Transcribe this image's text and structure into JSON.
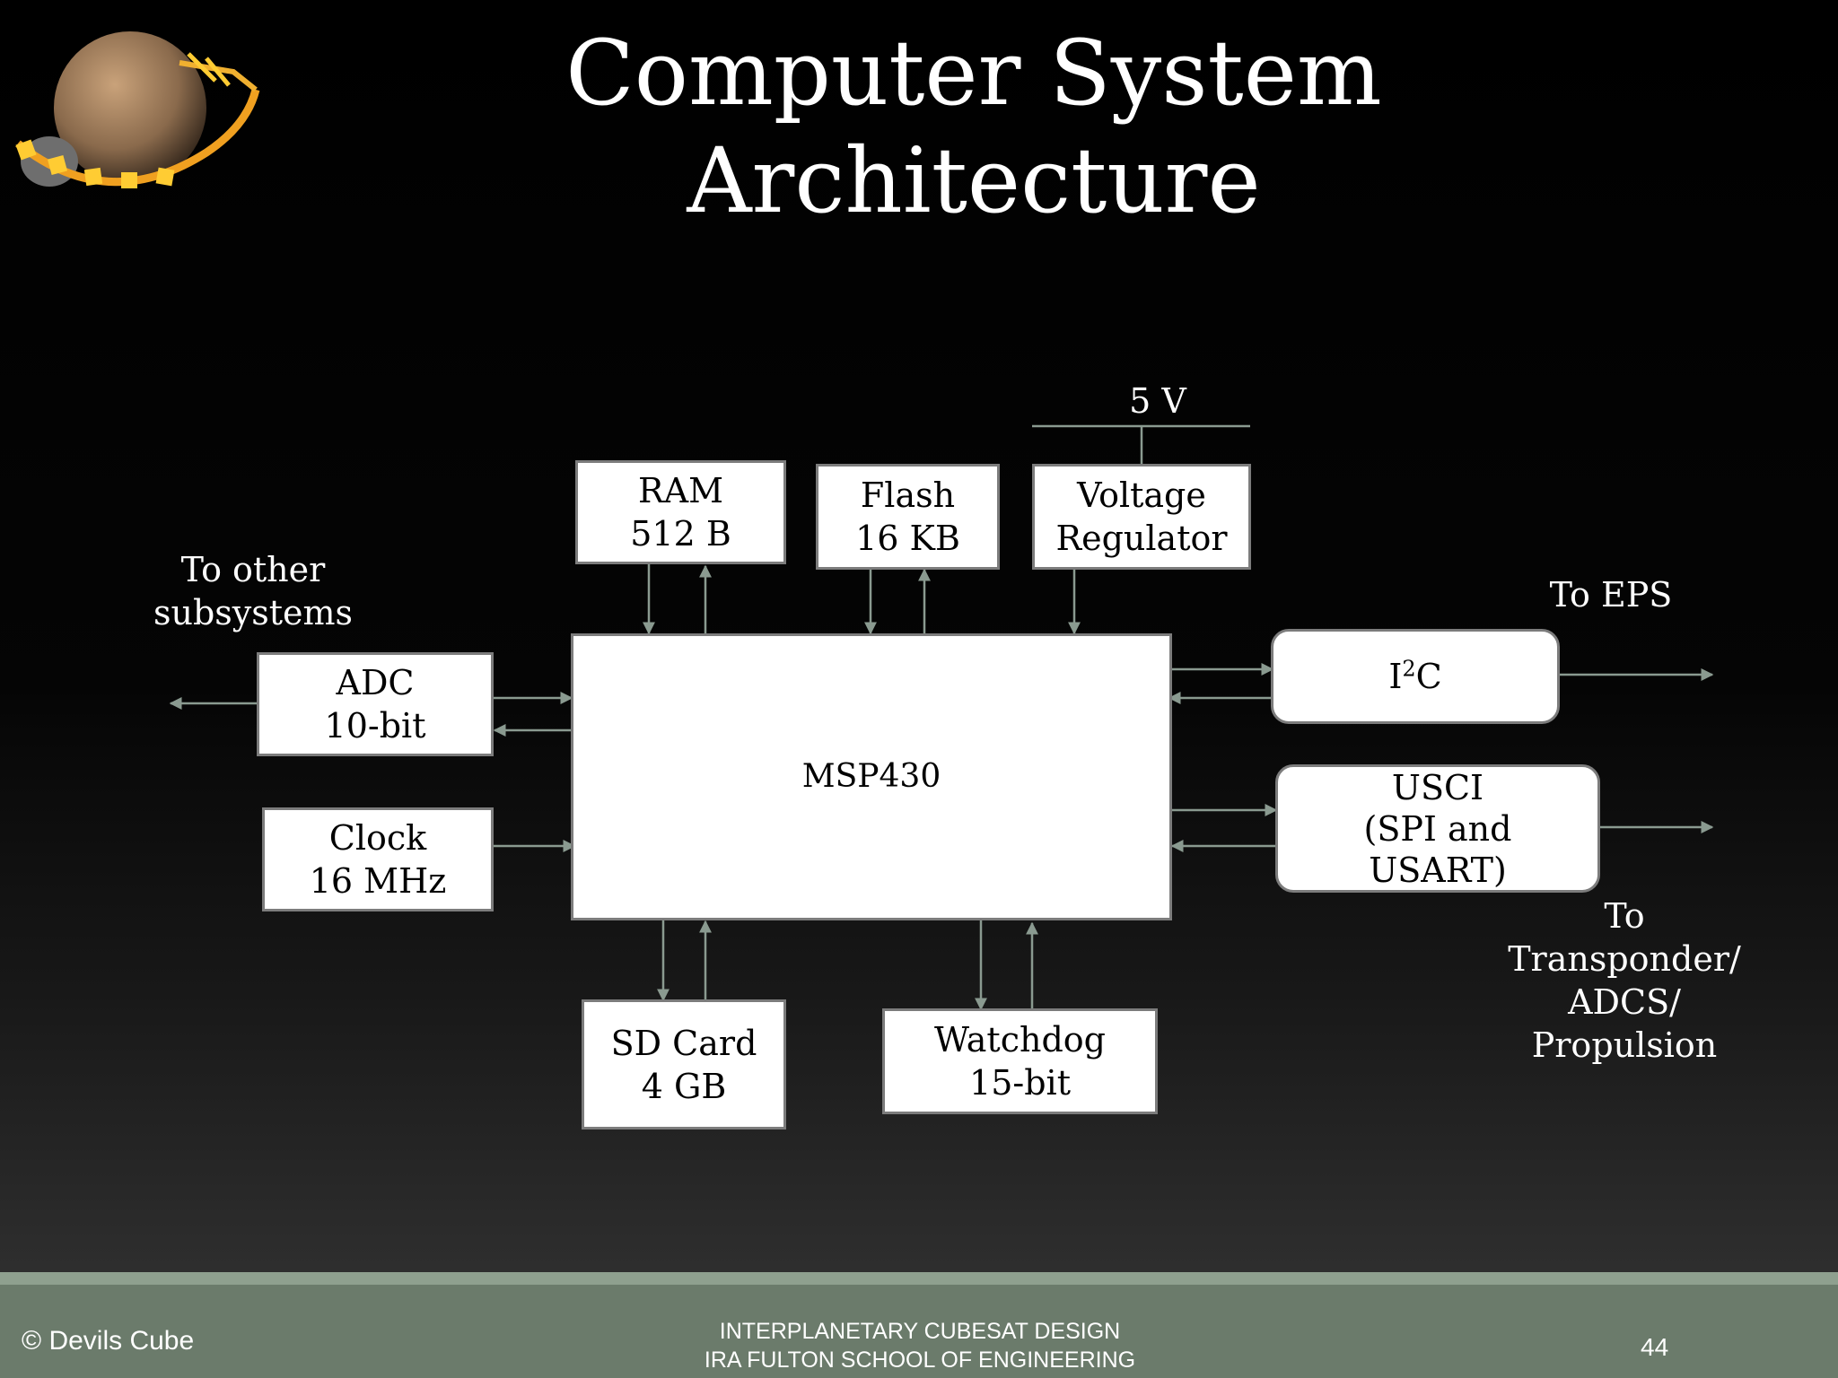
{
  "title": {
    "line1": "Computer System",
    "line2": "Architecture"
  },
  "colors": {
    "background": "#000000",
    "block_fill": "#ffffff",
    "block_border": "#7c7c7c",
    "wire": "#8a9a90",
    "footer": "#6b7b6b",
    "footer_stripe": "#8fa08f"
  },
  "blocks": {
    "ram": {
      "line1": "RAM",
      "line2": "512 B"
    },
    "flash": {
      "line1": "Flash",
      "line2": "16 KB"
    },
    "voltage_regulator": {
      "line1": "Voltage",
      "line2": "Regulator"
    },
    "adc": {
      "line1": "ADC",
      "line2": "10-bit"
    },
    "clock": {
      "line1": "Clock",
      "line2": "16 MHz"
    },
    "cpu": {
      "label": "MSP430"
    },
    "i2c": {
      "main": "I",
      "sup": "2",
      "tail": "C"
    },
    "usci": {
      "line1": "USCI",
      "line2": "(SPI and",
      "line3": "USART)"
    },
    "sd_card": {
      "line1": "SD Card",
      "line2": "4 GB"
    },
    "watchdog": {
      "line1": "Watchdog",
      "line2": "15-bit"
    }
  },
  "labels": {
    "supply": "5 V",
    "to_other": {
      "line1": "To other",
      "line2": "subsystems"
    },
    "to_eps": "To EPS",
    "to_transponder": {
      "line1": "To",
      "line2": "Transponder/",
      "line3": "ADCS/",
      "line4": "Propulsion"
    }
  },
  "footer": {
    "copyright": "© Devils Cube",
    "course_line1": "INTERPLANETARY CUBESAT DESIGN",
    "course_line2": "IRA FULTON SCHOOL OF ENGINEERING",
    "page_number": "44"
  }
}
